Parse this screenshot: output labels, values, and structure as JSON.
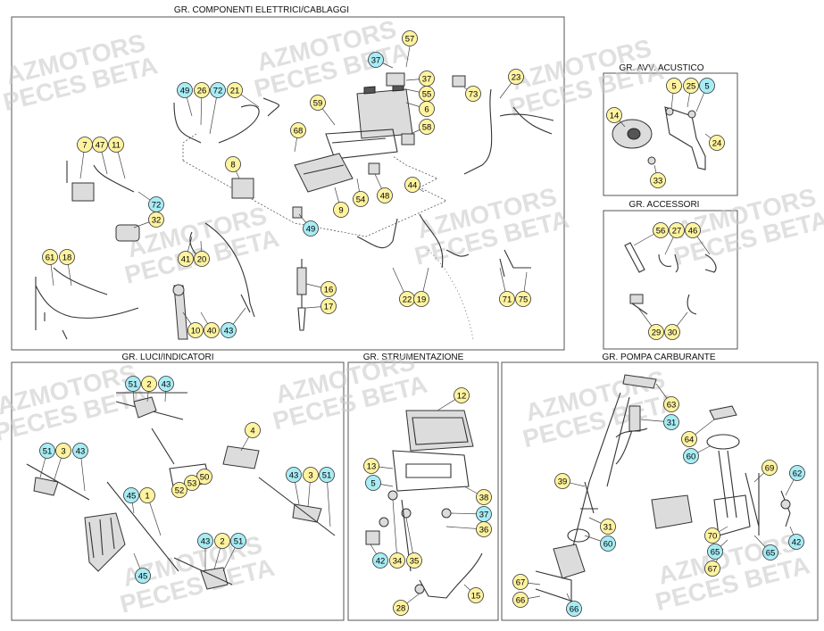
{
  "panels": {
    "elettrici": "GR. COMPONENTI ELETTRICI/CABLAGGI",
    "acustico": "GR. AVV. ACUSTICO",
    "accessori": "GR. ACCESSORI",
    "luci": "GR. LUCI/INDICATORI",
    "strumentazione": "GR. STRUMENTAZIONE",
    "pompa": "GR. POMPA CARBURANTE"
  },
  "watermark": {
    "line1": "AZMOTORS",
    "line2": "PECES BETA"
  },
  "colors": {
    "callout_yellow": "#fff3a0",
    "callout_cyan": "#a8ecf4",
    "panel_border": "#555555"
  },
  "callouts": [
    {
      "label": "57",
      "color": "yellow"
    },
    {
      "label": "37",
      "color": "cyan"
    },
    {
      "label": "37",
      "color": "yellow"
    },
    {
      "label": "55",
      "color": "yellow"
    },
    {
      "label": "73",
      "color": "yellow"
    },
    {
      "label": "23",
      "color": "yellow"
    },
    {
      "label": "49",
      "color": "cyan"
    },
    {
      "label": "26",
      "color": "yellow"
    },
    {
      "label": "72",
      "color": "cyan"
    },
    {
      "label": "21",
      "color": "yellow"
    },
    {
      "label": "59",
      "color": "yellow"
    },
    {
      "label": "6",
      "color": "yellow"
    },
    {
      "label": "58",
      "color": "yellow"
    },
    {
      "label": "7",
      "color": "yellow"
    },
    {
      "label": "47",
      "color": "yellow"
    },
    {
      "label": "11",
      "color": "yellow"
    },
    {
      "label": "68",
      "color": "yellow"
    },
    {
      "label": "8",
      "color": "yellow"
    },
    {
      "label": "72",
      "color": "cyan"
    },
    {
      "label": "32",
      "color": "yellow"
    },
    {
      "label": "44",
      "color": "yellow"
    },
    {
      "label": "9",
      "color": "yellow"
    },
    {
      "label": "54",
      "color": "yellow"
    },
    {
      "label": "48",
      "color": "yellow"
    },
    {
      "label": "49",
      "color": "cyan"
    },
    {
      "label": "61",
      "color": "yellow"
    },
    {
      "label": "18",
      "color": "yellow"
    },
    {
      "label": "41",
      "color": "yellow"
    },
    {
      "label": "20",
      "color": "yellow"
    },
    {
      "label": "16",
      "color": "yellow"
    },
    {
      "label": "17",
      "color": "yellow"
    },
    {
      "label": "22",
      "color": "yellow"
    },
    {
      "label": "19",
      "color": "yellow"
    },
    {
      "label": "71",
      "color": "yellow"
    },
    {
      "label": "75",
      "color": "yellow"
    },
    {
      "label": "10",
      "color": "yellow"
    },
    {
      "label": "40",
      "color": "yellow"
    },
    {
      "label": "43",
      "color": "cyan"
    },
    {
      "label": "5",
      "color": "yellow"
    },
    {
      "label": "25",
      "color": "yellow"
    },
    {
      "label": "5",
      "color": "cyan"
    },
    {
      "label": "14",
      "color": "yellow"
    },
    {
      "label": "24",
      "color": "yellow"
    },
    {
      "label": "33",
      "color": "yellow"
    },
    {
      "label": "56",
      "color": "yellow"
    },
    {
      "label": "27",
      "color": "yellow"
    },
    {
      "label": "46",
      "color": "yellow"
    },
    {
      "label": "29",
      "color": "yellow"
    },
    {
      "label": "30",
      "color": "yellow"
    },
    {
      "label": "51",
      "color": "cyan"
    },
    {
      "label": "2",
      "color": "yellow"
    },
    {
      "label": "43",
      "color": "cyan"
    },
    {
      "label": "4",
      "color": "yellow"
    },
    {
      "label": "51",
      "color": "cyan"
    },
    {
      "label": "3",
      "color": "yellow"
    },
    {
      "label": "43",
      "color": "cyan"
    },
    {
      "label": "50",
      "color": "yellow"
    },
    {
      "label": "53",
      "color": "yellow"
    },
    {
      "label": "52",
      "color": "yellow"
    },
    {
      "label": "45",
      "color": "cyan"
    },
    {
      "label": "1",
      "color": "yellow"
    },
    {
      "label": "43",
      "color": "cyan"
    },
    {
      "label": "3",
      "color": "yellow"
    },
    {
      "label": "51",
      "color": "cyan"
    },
    {
      "label": "43",
      "color": "cyan"
    },
    {
      "label": "2",
      "color": "yellow"
    },
    {
      "label": "51",
      "color": "cyan"
    },
    {
      "label": "45",
      "color": "cyan"
    },
    {
      "label": "12",
      "color": "yellow"
    },
    {
      "label": "13",
      "color": "yellow"
    },
    {
      "label": "5",
      "color": "cyan"
    },
    {
      "label": "38",
      "color": "yellow"
    },
    {
      "label": "37",
      "color": "cyan"
    },
    {
      "label": "36",
      "color": "yellow"
    },
    {
      "label": "42",
      "color": "cyan"
    },
    {
      "label": "34",
      "color": "yellow"
    },
    {
      "label": "35",
      "color": "yellow"
    },
    {
      "label": "15",
      "color": "yellow"
    },
    {
      "label": "28",
      "color": "yellow"
    },
    {
      "label": "63",
      "color": "yellow"
    },
    {
      "label": "31",
      "color": "cyan"
    },
    {
      "label": "64",
      "color": "yellow"
    },
    {
      "label": "60",
      "color": "cyan"
    },
    {
      "label": "69",
      "color": "yellow"
    },
    {
      "label": "62",
      "color": "cyan"
    },
    {
      "label": "39",
      "color": "yellow"
    },
    {
      "label": "31",
      "color": "yellow"
    },
    {
      "label": "60",
      "color": "cyan"
    },
    {
      "label": "70",
      "color": "yellow"
    },
    {
      "label": "67",
      "color": "yellow"
    },
    {
      "label": "65",
      "color": "cyan"
    },
    {
      "label": "66",
      "color": "yellow"
    },
    {
      "label": "42",
      "color": "cyan"
    },
    {
      "label": "67",
      "color": "yellow"
    },
    {
      "label": "66",
      "color": "cyan"
    },
    {
      "label": "65",
      "color": "cyan"
    }
  ]
}
